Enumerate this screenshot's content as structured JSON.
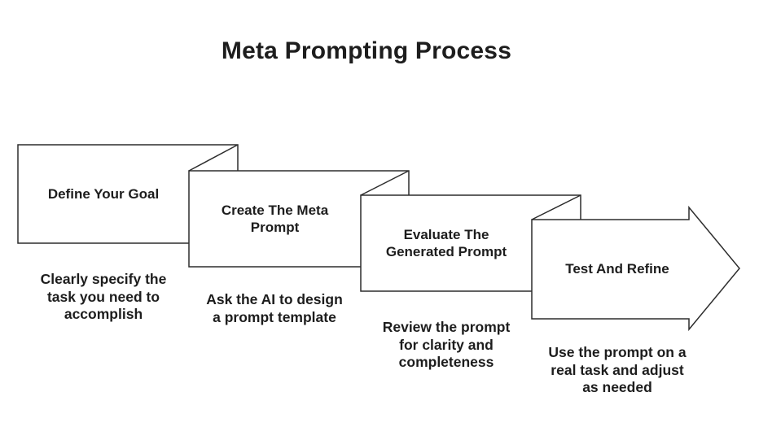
{
  "title": "Meta Prompting Process",
  "steps": [
    {
      "title": "Define Your Goal",
      "description": "Clearly specify the\ntask you need to\naccomplish"
    },
    {
      "title": "Create The Meta\nPrompt",
      "description": "Ask the AI to design\na prompt template"
    },
    {
      "title": "Evaluate The\nGenerated Prompt",
      "description": "Review the prompt\nfor clarity and\ncompleteness"
    },
    {
      "title": "Test And Refine",
      "description": "Use the prompt on a\nreal task and adjust\nas needed"
    }
  ],
  "colors": {
    "background": "#ffffff",
    "shape_fill": "#ffffff",
    "stroke": "#2d2d2d",
    "text": "#1d1d1d"
  }
}
